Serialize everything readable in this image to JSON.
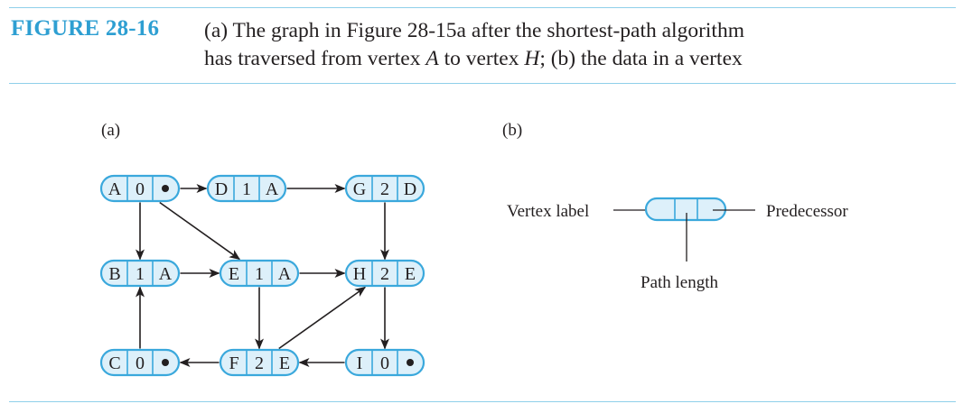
{
  "figure": {
    "label": "FIGURE 28-16",
    "caption_line1": "(a) The graph in Figure 28-15a after the shortest-path algorithm",
    "caption_line2_part1": "has traversed from vertex ",
    "caption_line2_a": "A",
    "caption_line2_part2": " to vertex ",
    "caption_line2_h": "H",
    "caption_line2_part3": "; (b) the data in a vertex"
  },
  "panel_a": {
    "label": "(a)",
    "vertices": [
      {
        "id": "A",
        "label": "A",
        "length": "0",
        "pred": "•"
      },
      {
        "id": "D",
        "label": "D",
        "length": "1",
        "pred": "A"
      },
      {
        "id": "G",
        "label": "G",
        "length": "2",
        "pred": "D"
      },
      {
        "id": "B",
        "label": "B",
        "length": "1",
        "pred": "A"
      },
      {
        "id": "E",
        "label": "E",
        "length": "1",
        "pred": "A"
      },
      {
        "id": "H",
        "label": "H",
        "length": "2",
        "pred": "E"
      },
      {
        "id": "C",
        "label": "C",
        "length": "0",
        "pred": "•"
      },
      {
        "id": "F",
        "label": "F",
        "length": "2",
        "pred": "E"
      },
      {
        "id": "I",
        "label": "I",
        "length": "0",
        "pred": "•"
      }
    ],
    "edges": [
      {
        "from": "A",
        "to": "D"
      },
      {
        "from": "D",
        "to": "G"
      },
      {
        "from": "A",
        "to": "B"
      },
      {
        "from": "A",
        "to": "E"
      },
      {
        "from": "G",
        "to": "H"
      },
      {
        "from": "B",
        "to": "E"
      },
      {
        "from": "E",
        "to": "H"
      },
      {
        "from": "E",
        "to": "F"
      },
      {
        "from": "H",
        "to": "I"
      },
      {
        "from": "C",
        "to": "B"
      },
      {
        "from": "F",
        "to": "C"
      },
      {
        "from": "F",
        "to": "H"
      },
      {
        "from": "I",
        "to": "F"
      }
    ]
  },
  "panel_b": {
    "label": "(b)",
    "vertex_label": "Vertex label",
    "predecessor": "Predecessor",
    "path_length": "Path length"
  },
  "colors": {
    "accent": "#2e9fd2",
    "rule": "#8fd0ea",
    "node_fill": "#ddf0fa",
    "node_stroke": "#3aa8dc",
    "text": "#231f20"
  }
}
